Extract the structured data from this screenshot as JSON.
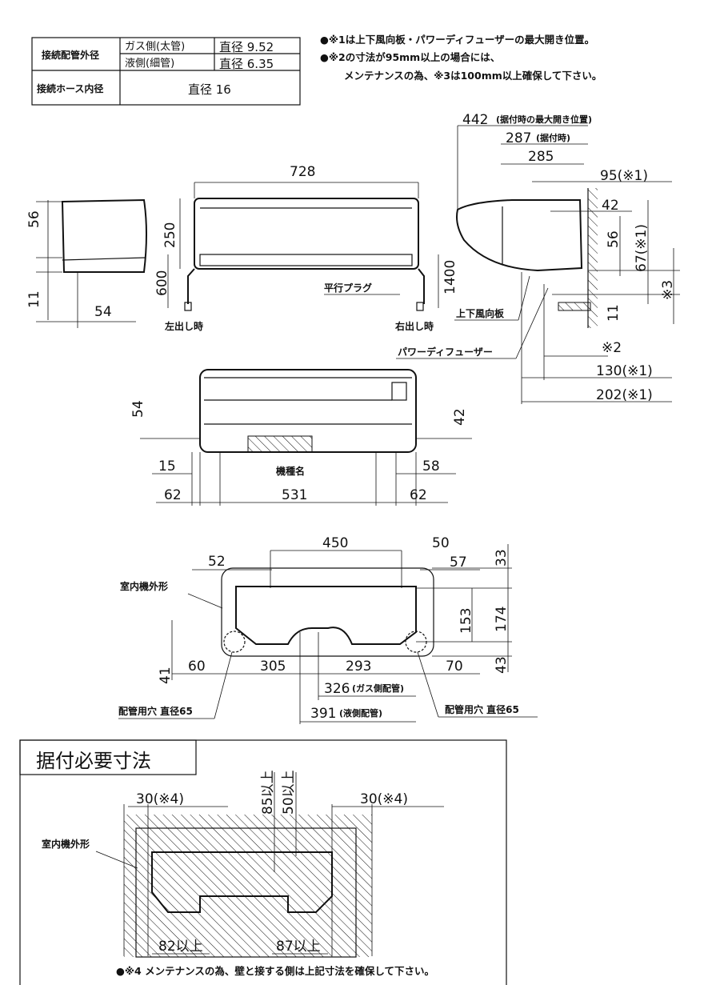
{
  "spec_table": {
    "row1_label": "接続配管外径",
    "gas_label": "ガス側(太管)",
    "gas_value": "直径 9.52",
    "liquid_label": "液側(細管)",
    "liquid_value": "直径 6.35",
    "row2_label": "接続ホース内径",
    "hose_value": "直径 16"
  },
  "notes": [
    "●※1は上下風向板・パワーディフューザーの最大開き位置。",
    "●※2の寸法が95mm以上の場合には、",
    "メンテナンスの為、※3は100mm以上確保して下さい。"
  ],
  "left_view": {
    "d56": "56",
    "d11": "11",
    "d54": "54"
  },
  "front_view": {
    "d728": "728",
    "d250": "250",
    "d600": "600",
    "d1400": "1400",
    "plug": "平行プラグ",
    "left_out": "左出し時",
    "right_out": "右出し時"
  },
  "side_view": {
    "d442": "442",
    "d442_note": "(据付時の最大開き位置)",
    "d287": "287",
    "d287_note": "(据付時)",
    "d285": "285",
    "d95": "95(※1)",
    "d42": "42",
    "d56": "56",
    "d67": "67(※1)",
    "s3": "※3",
    "d11": "11",
    "louver": "上下風向板",
    "diffuser": "パワーディフューザー",
    "s2": "※2",
    "d130": "130(※1)",
    "d202": "202(※1)"
  },
  "bottom_view": {
    "d54": "54",
    "d42": "42",
    "d15": "15",
    "model": "機種名",
    "d58": "58",
    "d62a": "62",
    "d531": "531",
    "d62b": "62"
  },
  "back_plate": {
    "d450": "450",
    "d50": "50",
    "d52": "52",
    "d57": "57",
    "d33": "33",
    "outline": "室内機外形",
    "d153": "153",
    "d174": "174",
    "d41": "41",
    "d60": "60",
    "d305": "305",
    "d293": "293",
    "d70": "70",
    "d43": "43",
    "d326": "326",
    "d326_note": "(ガス側配管)",
    "d391": "391",
    "d391_note": "(液側配管)",
    "hole_left": "配管用穴 直径65",
    "hole_right": "配管用穴 直径65"
  },
  "install": {
    "title": "据付必要寸法",
    "left_clear": "30(※4)",
    "right_clear": "30(※4)",
    "top85": "85以上",
    "top50": "50以上",
    "outline": "室内機外形",
    "bottom_left": "82以上",
    "bottom_right": "87以上",
    "note": "●※4 メンテナンスの為、壁と接する側は上記寸法を確保して下さい。"
  }
}
